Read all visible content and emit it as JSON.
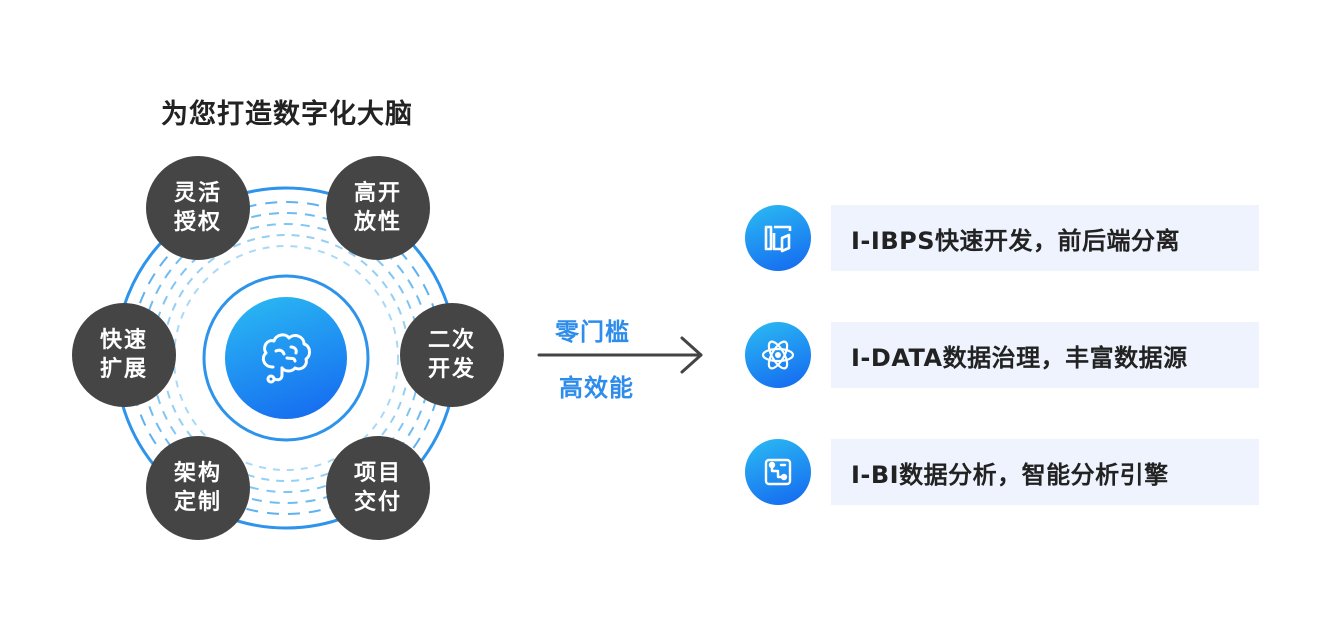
{
  "title": "为您打造数字化大脑",
  "hub": {
    "center_icon": "brain-icon",
    "nodes": [
      {
        "id": "top-left",
        "line1": "灵活",
        "line2": "授权"
      },
      {
        "id": "top-right",
        "line1": "高开",
        "line2": "放性"
      },
      {
        "id": "right",
        "line1": "二次",
        "line2": "开发"
      },
      {
        "id": "bottom-right",
        "line1": "项目",
        "line2": "交付"
      },
      {
        "id": "bottom-left",
        "line1": "架构",
        "line2": "定制"
      },
      {
        "id": "left",
        "line1": "快速",
        "line2": "扩展"
      }
    ]
  },
  "middle": {
    "top_label": "零门槛",
    "bottom_label": "高效能",
    "arrow_icon": "arrow-right-icon"
  },
  "features": [
    {
      "icon": "building-icon",
      "text": "I-IBPS快速开发，前后端分离"
    },
    {
      "icon": "atom-icon",
      "text": "I-DATA数据治理，丰富数据源"
    },
    {
      "icon": "flow-icon",
      "text": "I-BI数据分析，智能分析引擎"
    }
  ],
  "colors": {
    "accent": "#2e8cea",
    "gradient_start": "#2bbcf3",
    "gradient_end": "#1466f0",
    "node_bg": "#454545",
    "feature_bg": "#eef3fd"
  }
}
